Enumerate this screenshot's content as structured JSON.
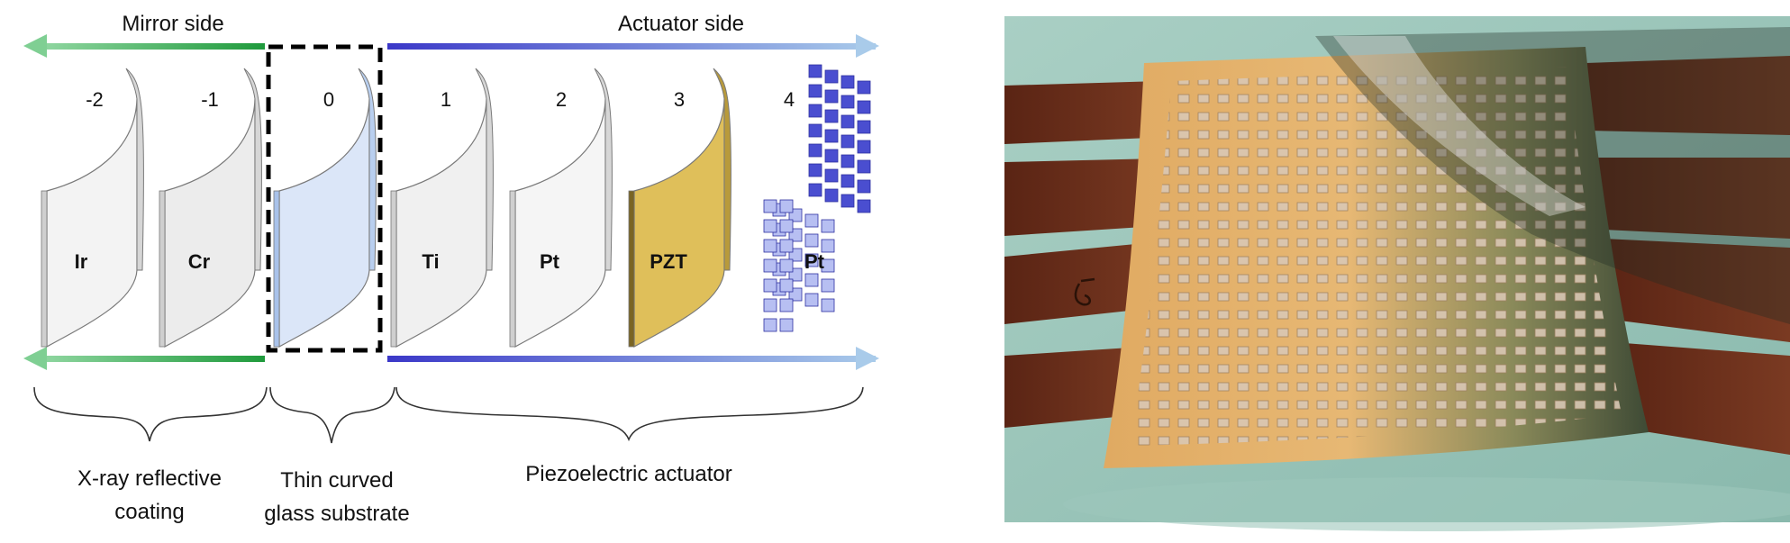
{
  "diagram": {
    "top_left_label": "Mirror side",
    "top_right_label": "Actuator side",
    "layers": [
      {
        "index": "-2",
        "material": "Ir",
        "color": "#f3f3f3"
      },
      {
        "index": "-1",
        "material": "Cr",
        "color": "#ececec"
      },
      {
        "index": "0",
        "material": "",
        "color": "#dbe6f8"
      },
      {
        "index": "1",
        "material": "Ti",
        "color": "#f0f0f0"
      },
      {
        "index": "2",
        "material": "Pt",
        "color": "#f5f5f5"
      },
      {
        "index": "3",
        "material": "PZT",
        "color": "#dfbf5a"
      },
      {
        "index": "4",
        "material": "Pt",
        "color": "#5b5fd6"
      }
    ],
    "groups": [
      {
        "line1": "X-ray reflective",
        "line2": "coating"
      },
      {
        "line1": "Thin curved",
        "line2": "glass substrate"
      },
      {
        "line1": "Piezoelectric actuator",
        "line2": ""
      }
    ],
    "colors": {
      "mirror_arrow": "#1f9a3c",
      "actuator_arrow_start": "#3b38c8",
      "actuator_arrow_end": "#a9cbea",
      "substrate_highlight": "#000000"
    }
  },
  "photo": {
    "description_icon": "curved-mirror-photo"
  }
}
